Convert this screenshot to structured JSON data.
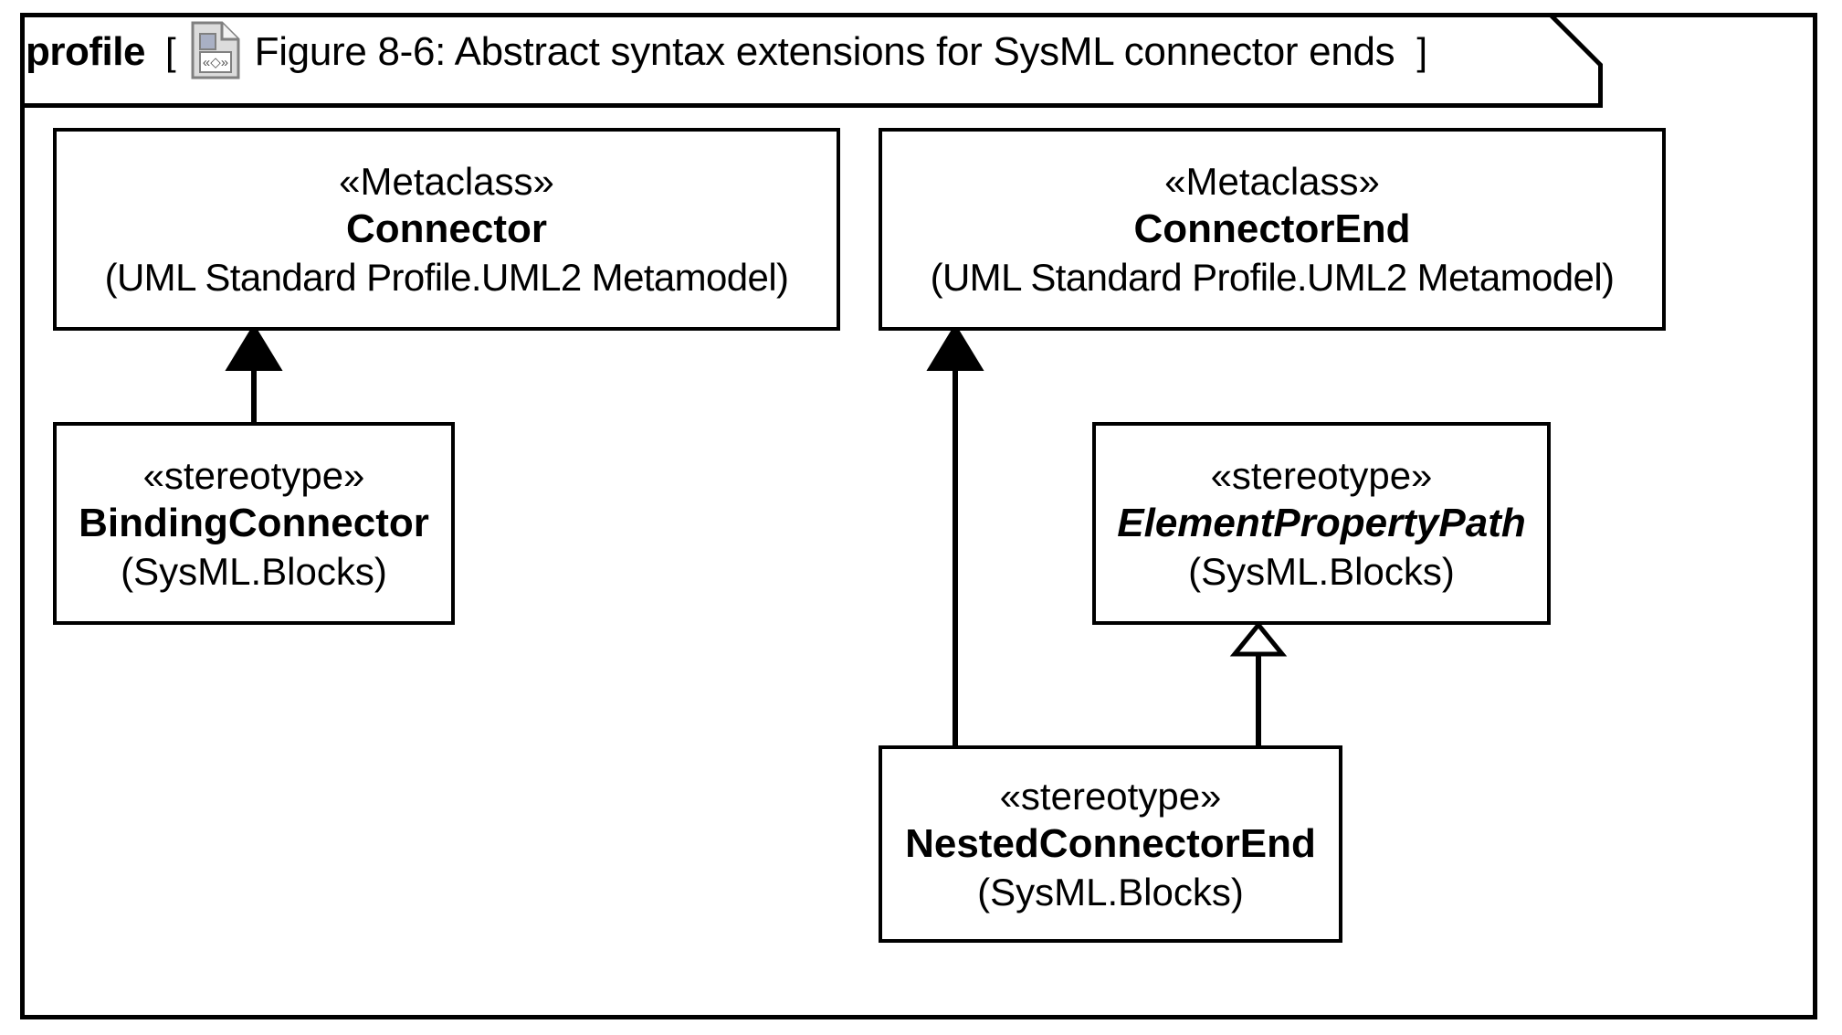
{
  "frame": {
    "kind": "profile",
    "bracket_open": "[",
    "bracket_close": "]",
    "icon": "profile-diagram-icon",
    "title": "Figure 8-6: Abstract syntax extensions for SysML connector ends"
  },
  "colors": {
    "line": "#000000",
    "fill": "#ffffff",
    "icon_body": "#d9d9d9",
    "icon_accent": "#a9b0c4",
    "icon_outline": "#808080"
  },
  "diagram": {
    "type": "uml-profile-diagram",
    "nodes": [
      {
        "id": "connector",
        "stereotype": "«Metaclass»",
        "name": "Connector",
        "package": "(UML Standard Profile.UML2 Metamodel)",
        "abstract": false,
        "kind": "metaclass"
      },
      {
        "id": "connectorEnd",
        "stereotype": "«Metaclass»",
        "name": "ConnectorEnd",
        "package": "(UML Standard Profile.UML2 Metamodel)",
        "abstract": false,
        "kind": "metaclass"
      },
      {
        "id": "bindingConnector",
        "stereotype": "«stereotype»",
        "name": "BindingConnector",
        "package": "(SysML.Blocks)",
        "abstract": false,
        "kind": "stereotype"
      },
      {
        "id": "elementPropertyPath",
        "stereotype": "«stereotype»",
        "name": "ElementPropertyPath",
        "package": "(SysML.Blocks)",
        "abstract": true,
        "kind": "stereotype"
      },
      {
        "id": "nestedConnectorEnd",
        "stereotype": "«stereotype»",
        "name": "NestedConnectorEnd",
        "package": "(SysML.Blocks)",
        "abstract": false,
        "kind": "stereotype"
      }
    ],
    "edges": [
      {
        "id": "edge-bindingconnector-connector",
        "from": "bindingConnector",
        "to": "connector",
        "relation": "extension",
        "arrowhead": "filled-triangle"
      },
      {
        "id": "edge-nestedconnectorend-connectorend",
        "from": "nestedConnectorEnd",
        "to": "connectorEnd",
        "relation": "extension",
        "arrowhead": "filled-triangle"
      },
      {
        "id": "edge-nestedconnectorend-elementpropertypath",
        "from": "nestedConnectorEnd",
        "to": "elementPropertyPath",
        "relation": "generalization",
        "arrowhead": "hollow-triangle"
      }
    ]
  }
}
